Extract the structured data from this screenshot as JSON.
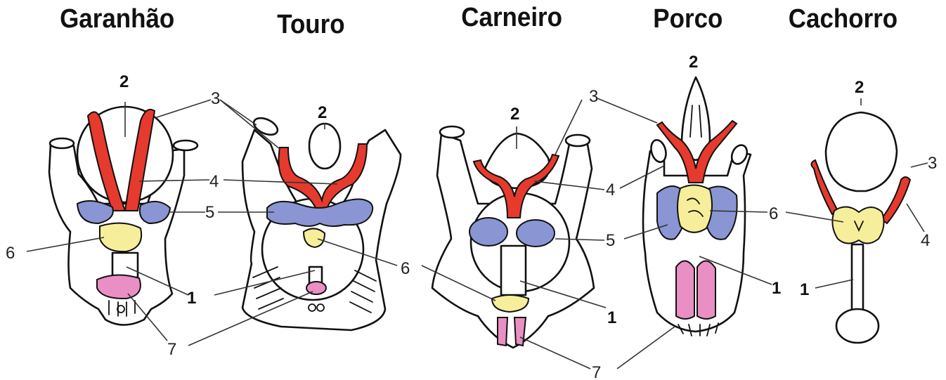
{
  "titles": {
    "garanhao": "Garanhão",
    "touro": "Touro",
    "carneiro": "Carneiro",
    "porco": "Porco",
    "cachorro": "Cachorro"
  },
  "labels": {
    "one": "1",
    "two": "2",
    "three": "3",
    "four": "4",
    "five": "5",
    "six": "6",
    "seven": "7"
  },
  "colors": {
    "red": "#e53a2d",
    "blue": "#8a95d3",
    "yellow": "#f6ee9a",
    "pink": "#e98fc4"
  }
}
